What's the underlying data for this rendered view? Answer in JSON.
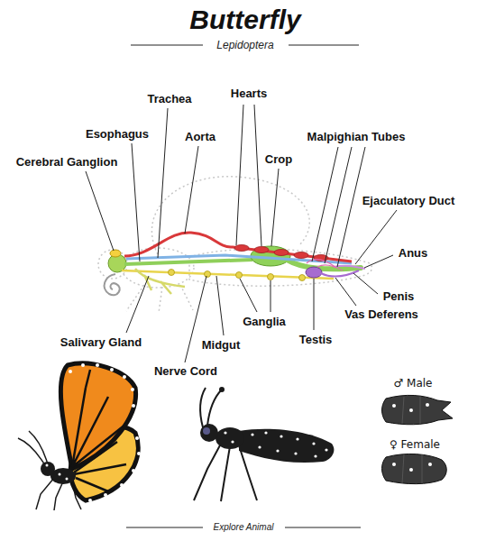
{
  "diagram": {
    "title": "Butterfly",
    "labels": [
      "Lepidoptera",
      "Trachea",
      "Hearts",
      "Esophagus",
      "Aorta",
      "Malpighian Tubes",
      "Cerebral Ganglion",
      "Crop",
      "Ejaculatory Duct",
      "Anus",
      "Penis",
      "Vas Deferens",
      "Salivary Gland",
      "Ganglia",
      "Testis",
      "Midgut",
      "Nerve Cord",
      "♂ Male",
      "♀ Female",
      "Explore Animal"
    ]
  }
}
